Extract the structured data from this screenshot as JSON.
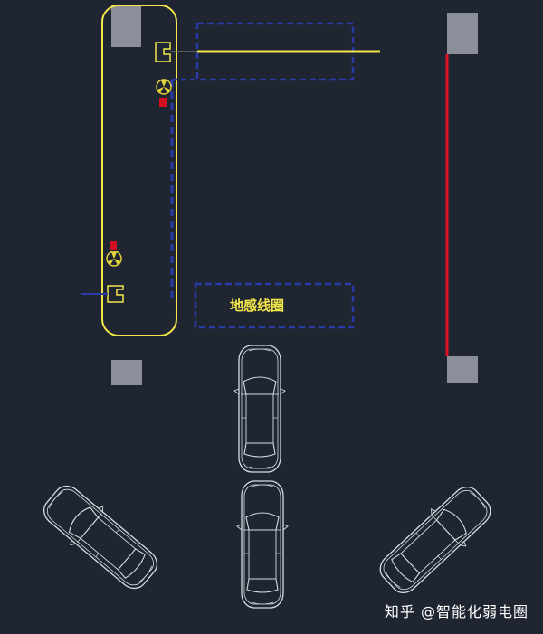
{
  "colors": {
    "background": "#1f2631",
    "island": "#f2e64a",
    "dashed": "#2a3aa8",
    "barrier_red": "#e01025",
    "pillar": "#8a8f99",
    "car": "#d8dce2",
    "device": "#e6d63a",
    "marker_red": "#d01020"
  },
  "icons": {
    "device_upper": "fan-icon",
    "device_lower": "fan-icon",
    "car": "car-outline-icon",
    "pillar": "pillar-square"
  },
  "labels": {
    "detector_text": "地感线圈"
  },
  "watermark": {
    "text": "知乎 @智能化弱电圈"
  }
}
